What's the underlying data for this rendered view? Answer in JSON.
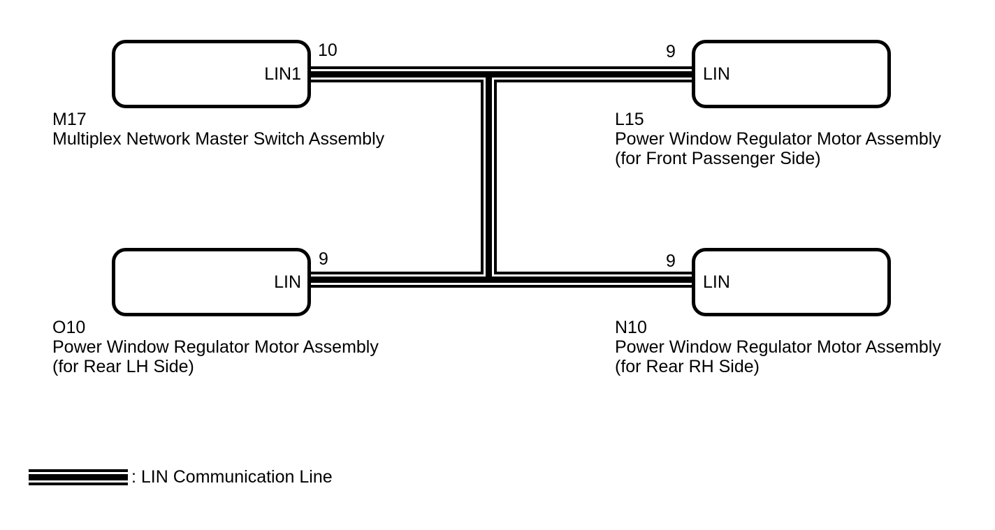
{
  "nodes": {
    "m17": {
      "code": "M17",
      "name": "Multiplex Network Master Switch Assembly",
      "port": "LIN1",
      "pin": "10"
    },
    "l15": {
      "code": "L15",
      "name": "Power Window Regulator Motor Assembly",
      "detail": "(for Front Passenger Side)",
      "port": "LIN",
      "pin": "9"
    },
    "o10": {
      "code": "O10",
      "name": "Power Window Regulator Motor Assembly",
      "detail": "(for Rear LH Side)",
      "port": "LIN",
      "pin": "9"
    },
    "n10": {
      "code": "N10",
      "name": "Power Window Regulator Motor Assembly",
      "detail": "(for Rear RH Side)",
      "port": "LIN",
      "pin": "9"
    }
  },
  "legend": {
    "text": ": LIN Communication Line"
  },
  "colors": {
    "line": "#000000",
    "background": "#ffffff"
  }
}
